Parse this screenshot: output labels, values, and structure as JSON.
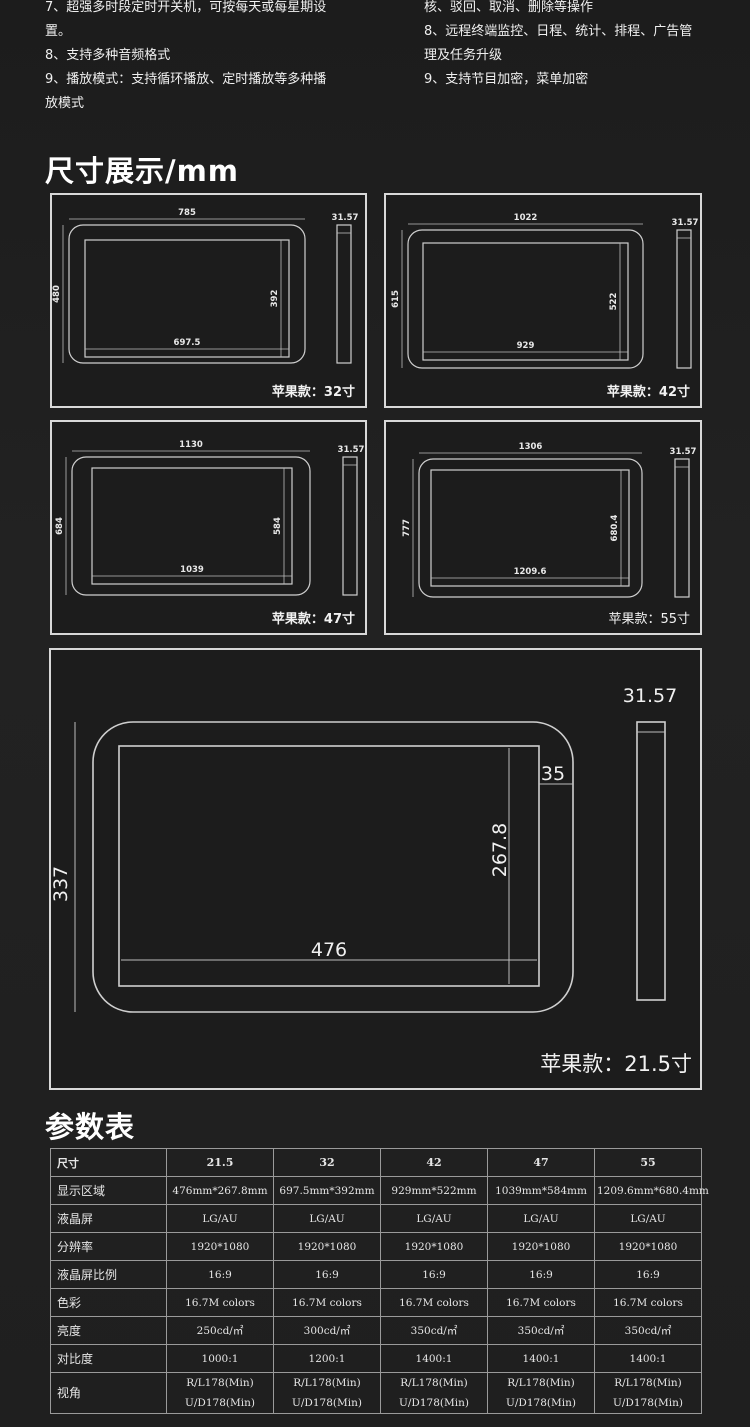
{
  "features": {
    "left": [
      "7、超强多时段定时开关机，可按每天或每星期设",
      "置。",
      "8、支持多种音频格式",
      "9、播放模式：支持循环播放、定时播放等多种播",
      "放模式"
    ],
    "right": [
      "核、驳回、取消、删除等操作",
      "8、远程终端监控、日程、统计、排程、广告管",
      "理及任务升级",
      "9、支持节目加密，菜单加密"
    ]
  },
  "dimension_section": {
    "title": "尺寸展示/mm",
    "panels": [
      {
        "caption": "苹果款：32寸",
        "width": "785",
        "height": "480",
        "inner_width": "697.5",
        "inner_height": "392",
        "depth": "31.57"
      },
      {
        "caption": "苹果款：42寸",
        "width": "1022",
        "height": "615",
        "inner_width": "929",
        "inner_height": "522",
        "depth": "31.57"
      },
      {
        "caption": "苹果款：47寸",
        "width": "1130",
        "height": "684",
        "inner_width": "1039",
        "inner_height": "584",
        "depth": "31.57"
      },
      {
        "caption": "苹果款：55寸",
        "width": "1306",
        "height": "777",
        "inner_width": "1209.6",
        "inner_height": "680.4",
        "depth": "31.57"
      },
      {
        "caption": "苹果款：21.5寸",
        "width": "",
        "height": "337",
        "inner_width": "476",
        "inner_height": "267.8",
        "depth": "31.57",
        "border": "35"
      }
    ]
  },
  "spec_section": {
    "title": "参数表",
    "header": [
      "尺寸",
      "21.5",
      "32",
      "42",
      "47",
      "55"
    ],
    "rows": [
      [
        "显示区域",
        "476mm*267.8mm",
        "697.5mm*392mm",
        "929mm*522mm",
        "1039mm*584mm",
        "1209.6mm*680.4mm"
      ],
      [
        "液晶屏",
        "LG/AU",
        "LG/AU",
        "LG/AU",
        "LG/AU",
        "LG/AU"
      ],
      [
        "分辨率",
        "1920*1080",
        "1920*1080",
        "1920*1080",
        "1920*1080",
        "1920*1080"
      ],
      [
        "液晶屏比例",
        "16:9",
        "16:9",
        "16:9",
        "16:9",
        "16:9"
      ],
      [
        "色彩",
        "16.7M colors",
        "16.7M colors",
        "16.7M colors",
        "16.7M colors",
        "16.7M colors"
      ],
      [
        "亮度",
        "250cd/㎡",
        "300cd/㎡",
        "350cd/㎡",
        "350cd/㎡",
        "350cd/㎡"
      ],
      [
        "对比度",
        "1000:1",
        "1200:1",
        "1400:1",
        "1400:1",
        "1400:1"
      ]
    ],
    "view_row": {
      "label": "视角",
      "line1": "R/L178(Min)",
      "line2": "U/D178(Min)"
    }
  }
}
